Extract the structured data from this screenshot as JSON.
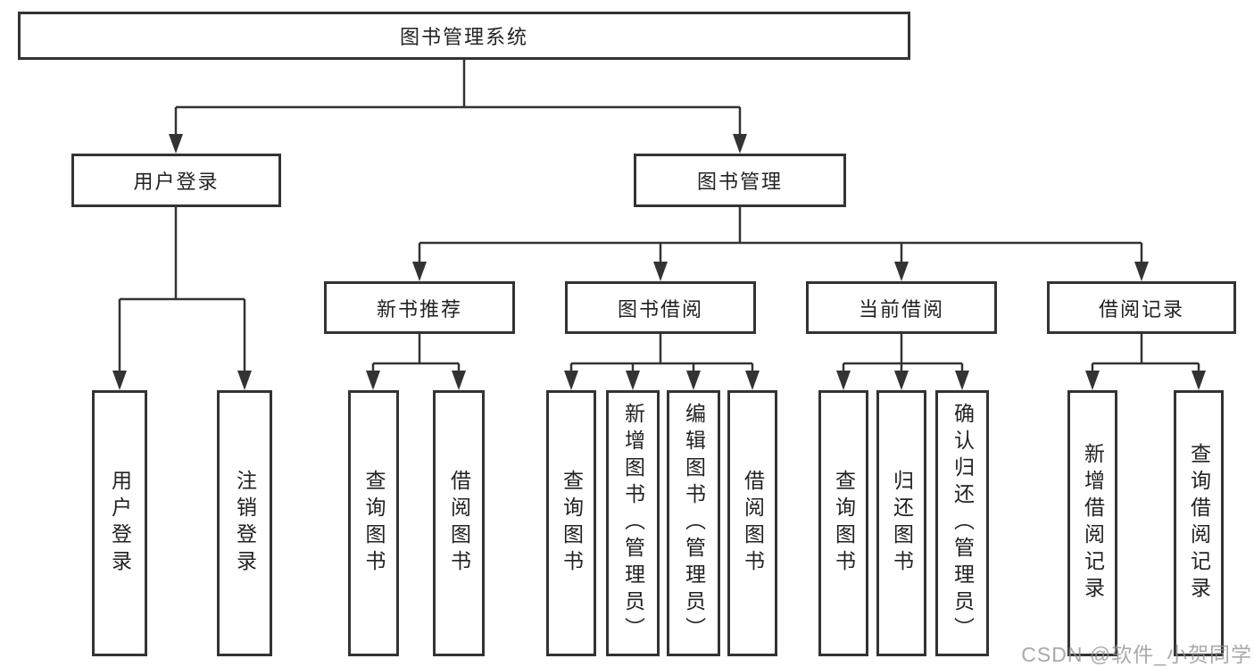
{
  "diagram": {
    "root_label": "图书管理系统",
    "level2": {
      "user_login": "用户登录",
      "book_mgmt": "图书管理"
    },
    "level3": {
      "new_books": "新书推荐",
      "borrow": "图书借阅",
      "current": "当前借阅",
      "records": "借阅记录"
    },
    "leaves": {
      "user_login": [
        "用户登录",
        "注销登录"
      ],
      "new_books": [
        "查询图书",
        "借阅图书"
      ],
      "borrow": [
        "查询图书",
        "新增图书（管理员）",
        "编辑图书（管理员）",
        "借阅图书"
      ],
      "current": [
        "查询图书",
        "归还图书",
        "确认归还（管理员）"
      ],
      "records": [
        "新增借阅记录",
        "查询借阅记录"
      ]
    }
  },
  "watermark": {
    "text": "CSDN @软件_小贺同学",
    "color": "#919191"
  },
  "colors": {
    "line": "#333333",
    "box_border": "#333333",
    "text": "#222222",
    "background": "#ffffff"
  }
}
